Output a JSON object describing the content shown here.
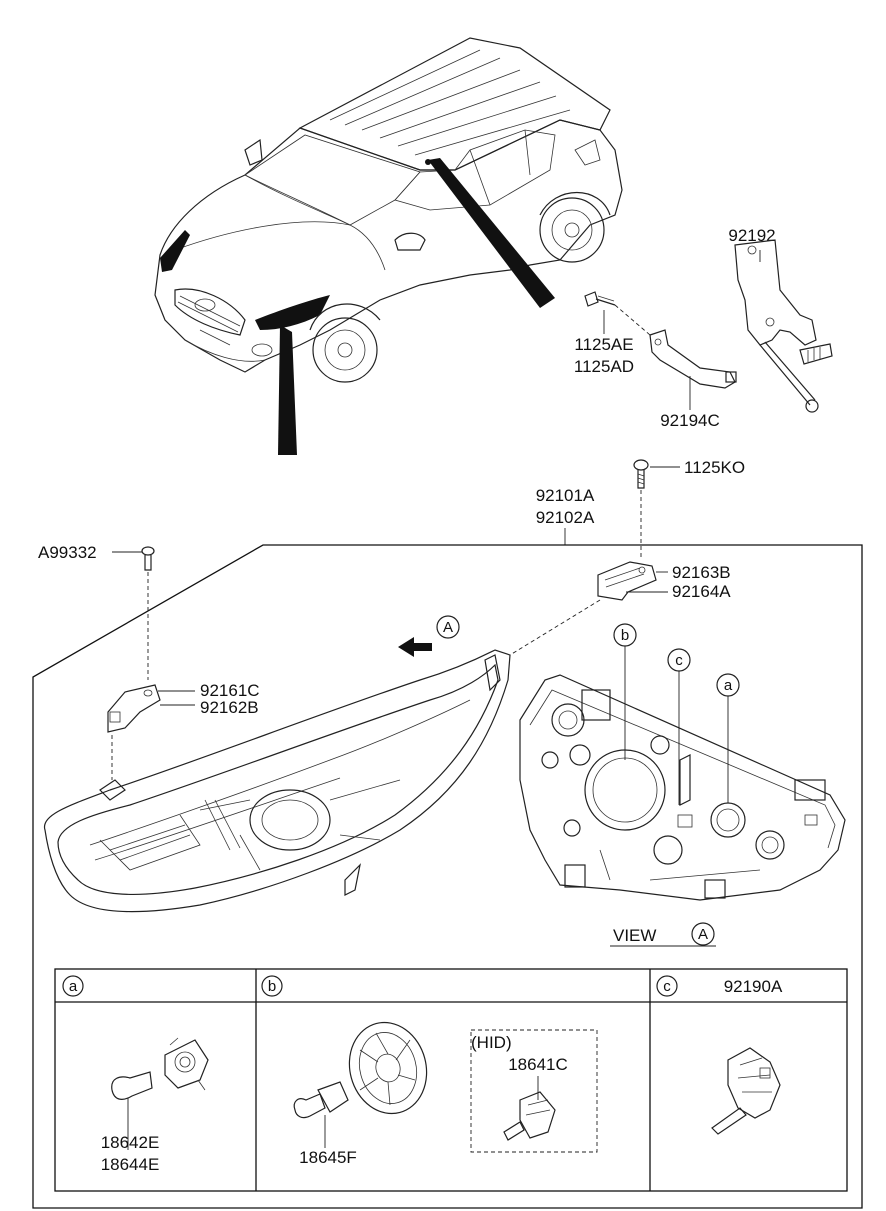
{
  "labels": {
    "p92192": "92192",
    "p1125AE": "1125AE",
    "p1125AD": "1125AD",
    "p92194C": "92194C",
    "p1125KO": "1125KO",
    "p92101A": "92101A",
    "p92102A": "92102A",
    "pA99332": "A99332",
    "p92163B": "92163B",
    "p92164A": "92164A",
    "p92161C": "92161C",
    "p92162B": "92162B",
    "view_text": "VIEW",
    "view_letter": "A",
    "arrow_letter": "A",
    "callout_a": "a",
    "callout_b": "b",
    "callout_c": "c"
  },
  "table": {
    "cell_a": {
      "letter": "a",
      "parts": [
        "18642E",
        "18644E"
      ]
    },
    "cell_b": {
      "letter": "b",
      "part": "18645F",
      "hid_label": "(HID)",
      "hid_part": "18641C"
    },
    "cell_c": {
      "letter": "c",
      "part": "92190A"
    }
  }
}
